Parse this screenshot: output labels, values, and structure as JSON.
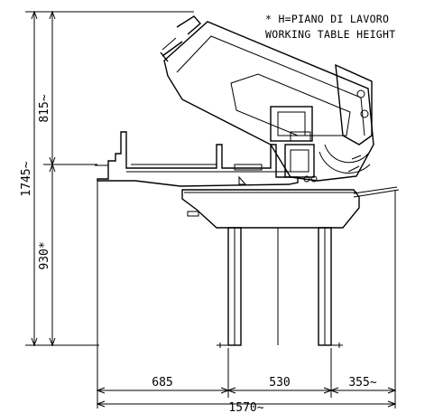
{
  "notes": {
    "line1": "* H=PIANO DI LAVORO",
    "line2": "WORKING TABLE HEIGHT"
  },
  "dimensions": {
    "total_height": "1745~",
    "upper_height": "815~",
    "table_height": "930*",
    "left_width": "685",
    "middle_width": "530",
    "right_width": "355~",
    "total_width": "1570~"
  }
}
